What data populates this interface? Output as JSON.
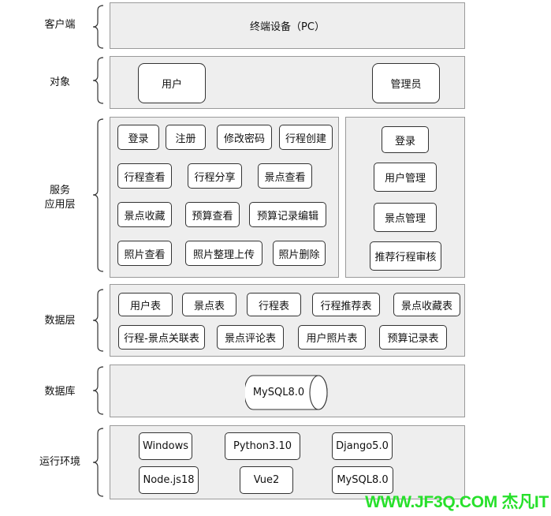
{
  "layers": {
    "client": {
      "label": "客户端",
      "device": "终端设备（PC）"
    },
    "object": {
      "label": "对象",
      "items": [
        "用户",
        "管理员"
      ]
    },
    "service": {
      "label_line1": "服务",
      "label_line2": "应用层",
      "user_functions": [
        "登录",
        "注册",
        "修改密码",
        "行程创建",
        "行程查看",
        "行程分享",
        "景点查看",
        "景点收藏",
        "预算查看",
        "预算记录编辑",
        "照片查看",
        "照片整理上传",
        "照片删除"
      ],
      "admin_functions": [
        "登录",
        "用户管理",
        "景点管理",
        "推荐行程审核"
      ]
    },
    "data": {
      "label": "数据层",
      "tables": [
        "用户表",
        "景点表",
        "行程表",
        "行程推荐表",
        "景点收藏表",
        "行程-景点关联表",
        "景点评论表",
        "用户照片表",
        "预算记录表"
      ]
    },
    "database": {
      "label": "数据库",
      "engine": "MySQL8.0"
    },
    "runtime": {
      "label": "运行环境",
      "items": [
        "Windows",
        "Python3.10",
        "Django5.0",
        "Node.js18",
        "Vue2",
        "MySQL8.0"
      ]
    }
  },
  "watermark": "WWW.JF3Q.COM 杰凡IT",
  "colors": {
    "panel": "#eeeeee",
    "border": "#333333",
    "watermark": "#27e02b"
  }
}
